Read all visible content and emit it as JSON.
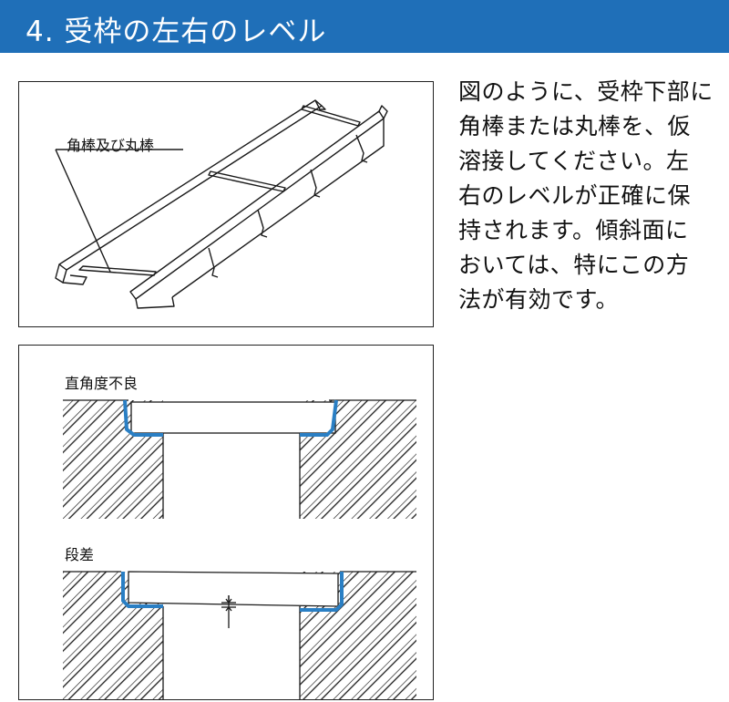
{
  "header": {
    "title": "4. 受枠の左右のレベル"
  },
  "description": {
    "lines": [
      "図のように、受枠下部に",
      "角棒または丸棒を、仮",
      "溶接してください。左",
      "右のレベルが正確に保",
      "持されます。傾斜面に",
      "おいては、特にこの方",
      "法が有効です。"
    ]
  },
  "figure_top": {
    "label": "角棒及び丸棒"
  },
  "figure_bottom": {
    "label_upper": "直角度不良",
    "label_lower": "段差"
  },
  "colors": {
    "header_bg": "#1f6fb8",
    "frame_blue": "#2a7fc4"
  }
}
